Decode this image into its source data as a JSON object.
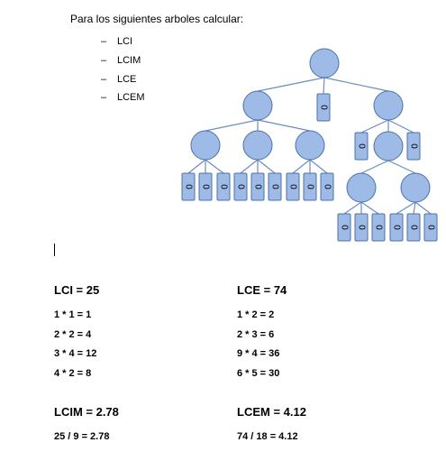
{
  "intro": "Para los siguientes arboles calcular:",
  "bullets": [
    {
      "dash": "–",
      "label": "LCI"
    },
    {
      "dash": "–",
      "label": "LCIM"
    },
    {
      "dash": "–",
      "label": "LCE"
    },
    {
      "dash": "–",
      "label": "LCEM"
    }
  ],
  "tree": {
    "leaf_label": "0",
    "node_color": "#9dbbe6",
    "stroke_color": "#4f71a8",
    "edge_color": "#6b8cc4"
  },
  "lci": {
    "title": "LCI = 25",
    "lines": [
      "1 * 1 = 1",
      "2 * 2 = 4",
      "3 * 4 = 12",
      "4 * 2 = 8"
    ]
  },
  "lce": {
    "title": "LCE = 74",
    "lines": [
      "1 * 2 = 2",
      "2 * 3 = 6",
      "9 * 4 = 36",
      "6 * 5 = 30"
    ]
  },
  "lcim": {
    "title": "LCIM = 2.78",
    "lines": [
      "25 / 9 = 2.78"
    ]
  },
  "lcem": {
    "title": "LCEM = 4.12",
    "lines": [
      "74 / 18 = 4.12"
    ]
  }
}
